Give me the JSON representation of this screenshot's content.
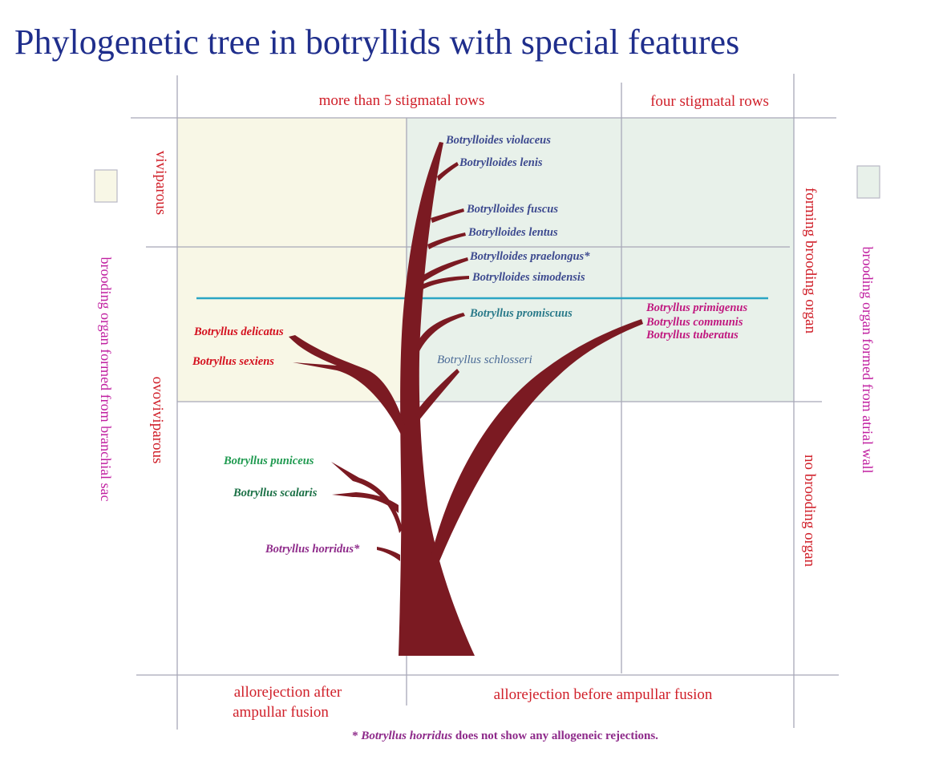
{
  "title": "Phylogenetic tree in botryllids with special features",
  "headers": {
    "top_left": "more than 5 stigmatal rows",
    "top_right": "four stigmatal rows",
    "bottom_left_line1": "allorejection after",
    "bottom_left_line2": "ampullar fusion",
    "bottom_right": "allorejection before ampullar fusion"
  },
  "side_labels": {
    "viviparous": "viviparous",
    "ovoviviparous": "ovoviviparous",
    "forming_brooding_organ": "forming brooding organ",
    "no_brooding_organ": "no brooding organ"
  },
  "legend": {
    "left": {
      "label": "brooding organ formed from branchial sac",
      "color": "#f8f7e6"
    },
    "right": {
      "label": "brooding organ formed from atrial wall",
      "color": "#e8f1ea"
    }
  },
  "species": {
    "violaceus": "Botrylloides violaceus",
    "lenis": "Botrylloides lenis",
    "fuscus": "Botrylloides fuscus",
    "lentus": "Botrylloides lentus",
    "praelongus": "Botrylloides praelongus*",
    "simodensis": "Botrylloides simodensis",
    "promiscuus": "Botryllus promiscuus",
    "schlosseri": "Botryllus schlosseri",
    "primigenus": "Botryllus primigenus",
    "communis": "Botryllus communis",
    "tuberatus": "Botryllus tuberatus",
    "delicatus": "Botryllus delicatus",
    "sexiens": "Botryllus sexiens",
    "puniceus": "Botryllus puniceus",
    "scalaris": "Botryllus scalaris",
    "horridus": "Botryllus horridus*"
  },
  "footnote": {
    "star": "* ",
    "species": "Botryllus horridus",
    "rest": " does not show any allogeneic rejections."
  },
  "colors": {
    "tree": "#7b1a22",
    "divider": "#2aa6c4",
    "branchial_region": "#f8f7e6",
    "atrial_region": "#e8f1ea",
    "grid": "#a8a8b8"
  }
}
